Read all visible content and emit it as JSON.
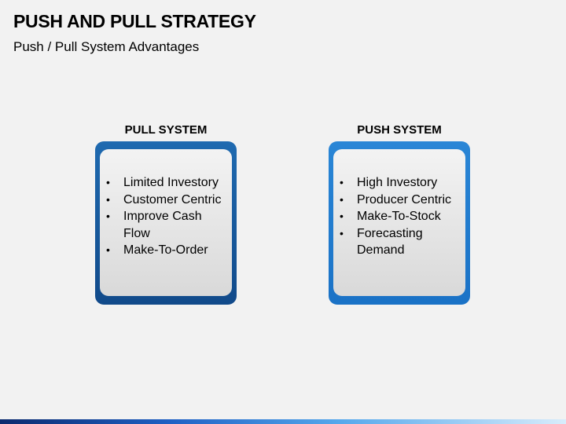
{
  "slide": {
    "title": "PUSH AND PULL STRATEGY",
    "subtitle": "Push / Pull System Advantages"
  },
  "pull": {
    "heading": "PULL SYSTEM",
    "bullet_symbol": "•",
    "items": [
      "Limited Investory",
      "Customer Centric",
      "Improve Cash",
      "Flow",
      "Make-To-Order"
    ]
  },
  "push": {
    "heading": "PUSH SYSTEM",
    "bullet_symbol": "•",
    "items": [
      "High Investory",
      "Producer Centric",
      "Make-To-Stock",
      "Forecasting",
      "Demand"
    ]
  },
  "colors": {
    "pull_frame": "#114a8a",
    "push_frame": "#1a72c6",
    "inner_fill": "#e6e6e6",
    "background": "#f2f2f2"
  }
}
